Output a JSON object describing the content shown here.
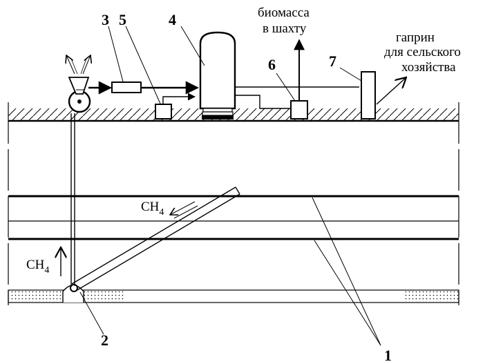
{
  "labels": {
    "n1": "1",
    "n2": "2",
    "n3": "3",
    "n4": "4",
    "n5": "5",
    "n6": "6",
    "n7": "7"
  },
  "captions": {
    "biomass_line1": "биомасса",
    "biomass_line2": "в шахту",
    "gaprin_line1": "гаприн",
    "gaprin_line2": "для сельского",
    "gaprin_line3": "хозяйства"
  },
  "chem": {
    "ch4_inclined_main": "CH",
    "ch4_inclined_sub": "4",
    "ch4_vertical_main": "CH",
    "ch4_vertical_sub": "4"
  }
}
